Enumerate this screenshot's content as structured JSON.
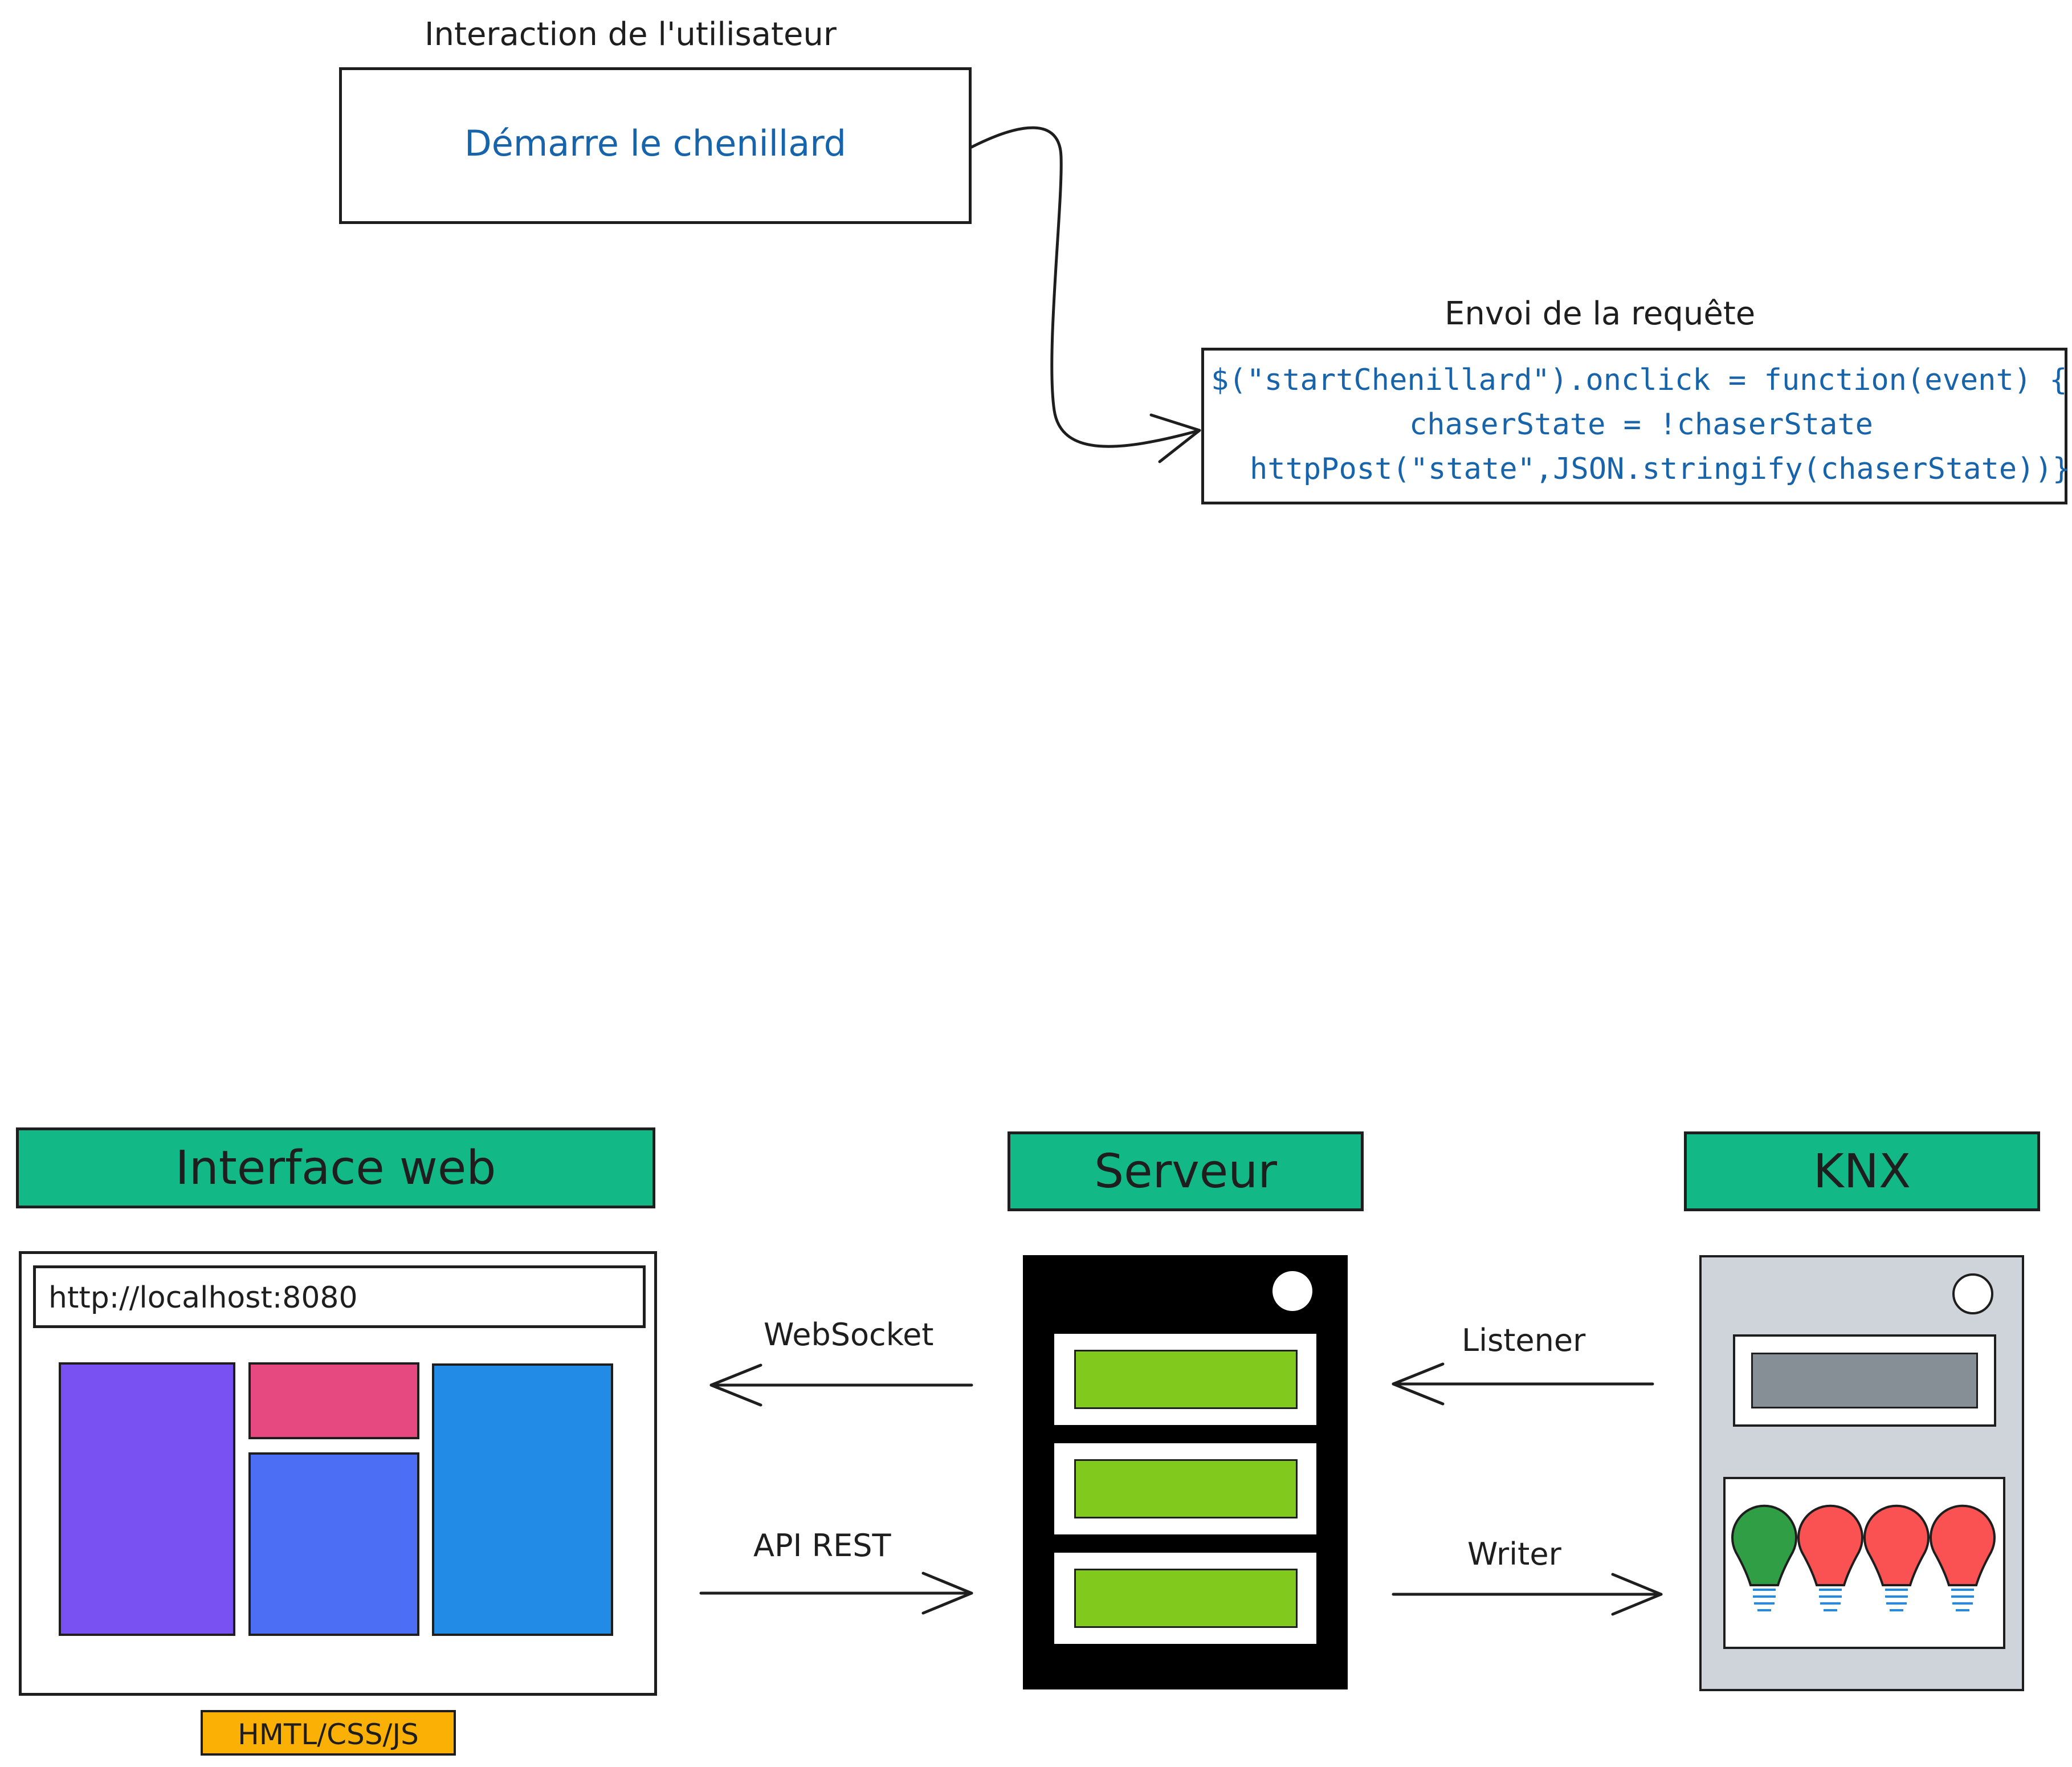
{
  "user_interaction": {
    "title": "Interaction de l'utilisateur",
    "action": "Démarre le chenillard"
  },
  "request": {
    "title": "Envoi de la requête",
    "code_lines": [
      "$(\"startChenillard\").onclick = function(event) {",
      "chaserState = !chaserState",
      "httpPost(\"state\",JSON.stringify(chaserState))};"
    ]
  },
  "web": {
    "header": "Interface web",
    "url": "http://localhost:8080",
    "tech_badge": "HMTL/CSS/JS"
  },
  "server": {
    "header": "Serveur"
  },
  "knx": {
    "header": "KNX"
  },
  "links": {
    "websocket": "WebSocket",
    "api_rest": "API REST",
    "listener": "Listener",
    "writer": "Writer"
  },
  "colors": {
    "header_green": "#12b886",
    "code_blue": "#1864ab",
    "server_slot_green": "#82c91e",
    "panel_purple": "#7950f2",
    "panel_pink": "#e64980",
    "panel_blue": "#4c6ef5",
    "panel_sky": "#228be6",
    "badge_orange": "#fab005",
    "knx_body_grey": "#ced4da",
    "knx_display_grey": "#868e96",
    "bulb_green": "#2f9e44",
    "bulb_red": "#fa5252"
  }
}
